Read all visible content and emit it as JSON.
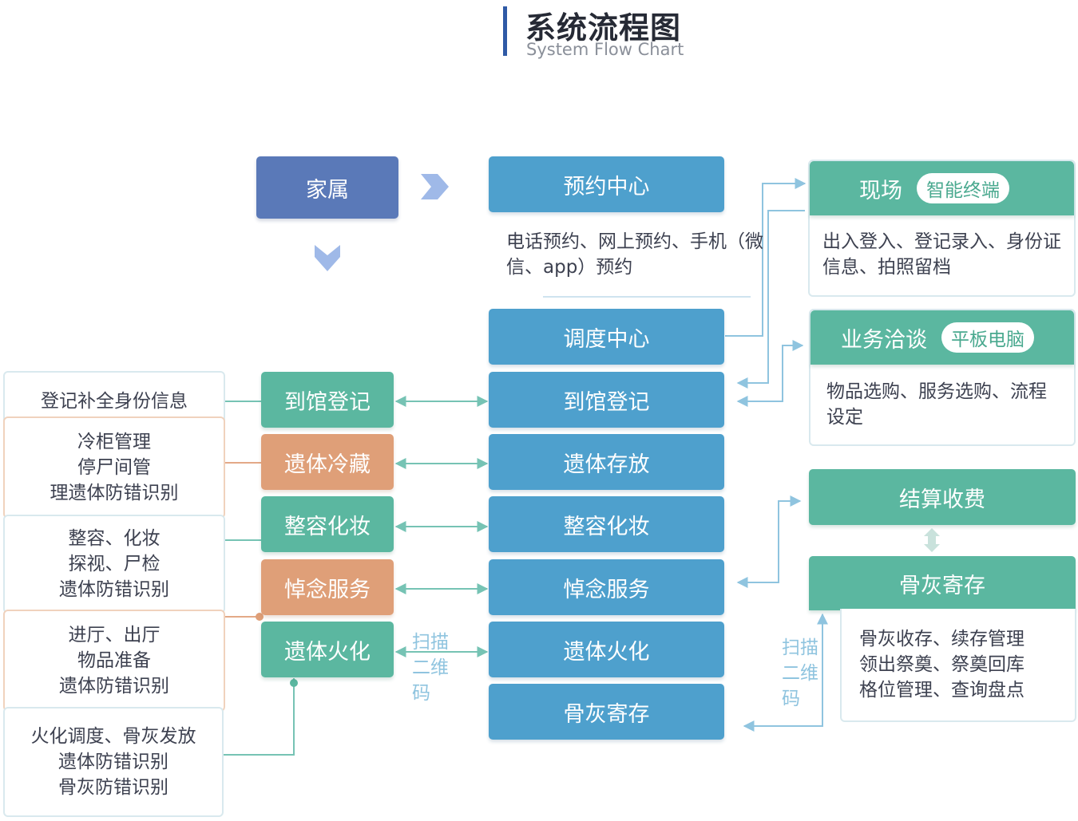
{
  "header": {
    "title": "系统流程图",
    "subtitle": "System Flow Chart"
  },
  "top": {
    "family": "家属",
    "booking_center": "预约中心",
    "booking_desc": "电话预约、网上预约、手机（微信、app）预约"
  },
  "center_column": [
    "调度中心",
    "到馆登记",
    "遗体存放",
    "整容化妆",
    "悼念服务",
    "遗体火化",
    "骨灰寄存"
  ],
  "service_column": [
    "到馆登记",
    "遗体冷藏",
    "整容化妆",
    "悼念服务",
    "遗体火化"
  ],
  "left_panels": [
    [
      "登记补全身份信息"
    ],
    [
      "冷柜管理",
      "停尸间管",
      "理遗体防错识别"
    ],
    [
      "整容、化妆",
      "探视、尸检",
      "遗体防错识别"
    ],
    [
      "进厅、出厅",
      "物品准备",
      "遗体防错识别"
    ],
    [
      "火化调度、骨灰发放",
      "遗体防错识别",
      "骨灰防错识别"
    ]
  ],
  "right": {
    "onsite": {
      "title": "现场",
      "badge": "智能终端",
      "desc": "出入登入、登记录入、身份证信息、拍照留档"
    },
    "business": {
      "title": "业务洽谈",
      "badge": "平板电脑",
      "desc": "物品选购、服务选购、流程设定"
    },
    "settlement": "结算收费",
    "ash_storage": {
      "title": "骨灰寄存",
      "lines": [
        "骨灰收存、续存管理",
        "领出祭奠、祭奠回库",
        "格位管理、查询盘点"
      ]
    }
  },
  "scan_labels": {
    "middle": "扫描二维码",
    "right": "扫描二维码"
  },
  "colors": {
    "blue": "#4ea0cd",
    "teal": "#5bb7a0",
    "orange": "#df9f78",
    "navy": "#5a79b8",
    "title_accent": "#2f5aa6"
  }
}
